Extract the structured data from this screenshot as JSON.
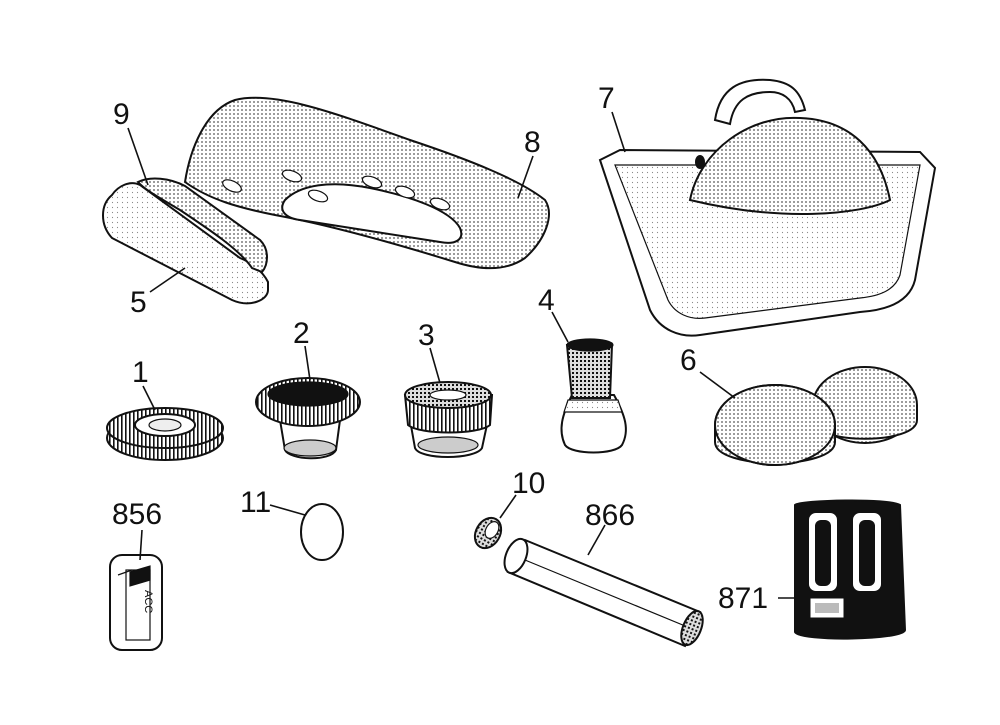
{
  "parts": [
    {
      "number": "1",
      "name": "bristle-brush-ring"
    },
    {
      "number": "2",
      "name": "bristle-brush"
    },
    {
      "number": "3",
      "name": "wire-brush"
    },
    {
      "number": "4",
      "name": "detail-brush"
    },
    {
      "number": "5",
      "name": "foam-pad"
    },
    {
      "number": "6",
      "name": "sponges"
    },
    {
      "number": "7",
      "name": "storage-caddy"
    },
    {
      "number": "8",
      "name": "scrubber-handle"
    },
    {
      "number": "9",
      "name": "pad-holder"
    },
    {
      "number": "10",
      "name": "end-cap"
    },
    {
      "number": "11",
      "name": "o-ring"
    },
    {
      "number": "856",
      "name": "accessory-label-card"
    },
    {
      "number": "866",
      "name": "battery-tube"
    },
    {
      "number": "871",
      "name": "charger"
    }
  ],
  "card_text": "ACC"
}
